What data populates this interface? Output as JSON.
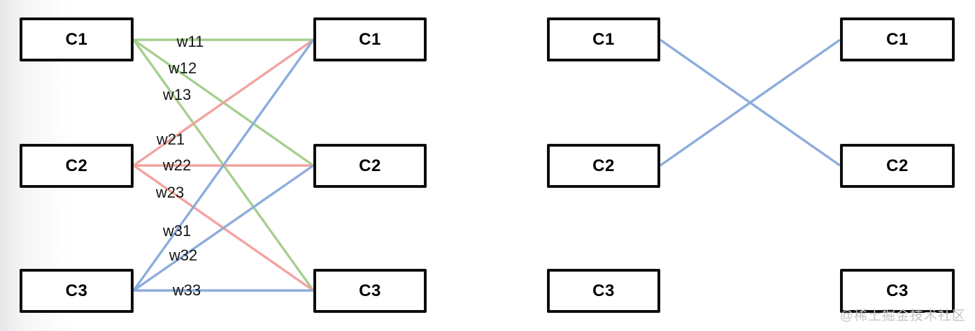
{
  "colors": {
    "green": "#a6cf8e",
    "red": "#f2a3a0",
    "blue": "#8cacdc",
    "box_border": "#0d0d0d",
    "edge_label_text": "#141414",
    "watermark_text": "#c5c5c5"
  },
  "full_graph": {
    "left_nodes": [
      "C1",
      "C2",
      "C3"
    ],
    "right_nodes": [
      "C1",
      "C2",
      "C3"
    ],
    "edges": [
      {
        "from": 0,
        "to": 0,
        "label": "w11",
        "color": "green"
      },
      {
        "from": 0,
        "to": 1,
        "label": "w12",
        "color": "green"
      },
      {
        "from": 0,
        "to": 2,
        "label": "w13",
        "color": "green"
      },
      {
        "from": 1,
        "to": 0,
        "label": "w21",
        "color": "red"
      },
      {
        "from": 1,
        "to": 1,
        "label": "w22",
        "color": "red"
      },
      {
        "from": 1,
        "to": 2,
        "label": "w23",
        "color": "red"
      },
      {
        "from": 2,
        "to": 0,
        "label": "w31",
        "color": "blue"
      },
      {
        "from": 2,
        "to": 1,
        "label": "w32",
        "color": "blue"
      },
      {
        "from": 2,
        "to": 2,
        "label": "w33",
        "color": "blue"
      }
    ]
  },
  "pruned_graph": {
    "left_nodes": [
      "C1",
      "C2",
      "C3"
    ],
    "right_nodes": [
      "C1",
      "C2",
      "C3"
    ],
    "edges": [
      {
        "from": 0,
        "to": 1,
        "label": "",
        "color": "blue"
      },
      {
        "from": 1,
        "to": 0,
        "label": "",
        "color": "blue"
      }
    ]
  },
  "watermark": "@稀土掘金技术社区"
}
